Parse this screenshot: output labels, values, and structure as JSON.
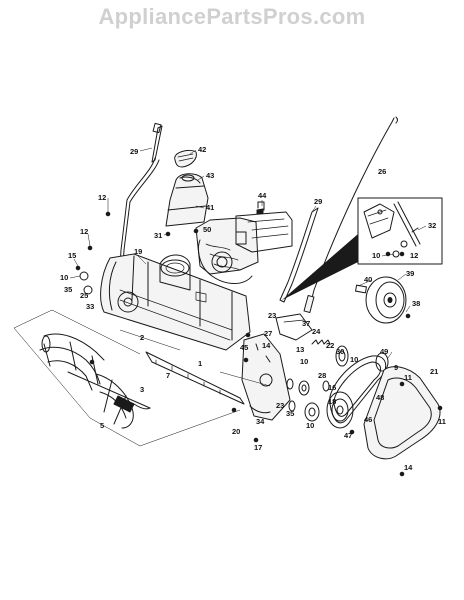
{
  "watermark": "AppliancePartsPros.com",
  "labels": [
    {
      "id": "lbl-29a",
      "text": "29"
    },
    {
      "id": "lbl-42",
      "text": "42"
    },
    {
      "id": "lbl-43",
      "text": "43"
    },
    {
      "id": "lbl-44",
      "text": "44"
    },
    {
      "id": "lbl-41",
      "text": "41"
    },
    {
      "id": "lbl-50",
      "text": "50"
    },
    {
      "id": "lbl-31",
      "text": "31"
    },
    {
      "id": "lbl-29b",
      "text": "29"
    },
    {
      "id": "lbl-26",
      "text": "26"
    },
    {
      "id": "lbl-12a",
      "text": "12"
    },
    {
      "id": "lbl-12b",
      "text": "12"
    },
    {
      "id": "lbl-15",
      "text": "15"
    },
    {
      "id": "lbl-10a",
      "text": "10"
    },
    {
      "id": "lbl-35a",
      "text": "35"
    },
    {
      "id": "lbl-25a",
      "text": "25"
    },
    {
      "id": "lbl-33",
      "text": "33"
    },
    {
      "id": "lbl-19",
      "text": "19"
    },
    {
      "id": "lbl-2",
      "text": "2"
    },
    {
      "id": "lbl-1",
      "text": "1"
    },
    {
      "id": "lbl-37",
      "text": "37"
    },
    {
      "id": "lbl-23a",
      "text": "23"
    },
    {
      "id": "lbl-24",
      "text": "24"
    },
    {
      "id": "lbl-27",
      "text": "27"
    },
    {
      "id": "lbl-14a",
      "text": "14"
    },
    {
      "id": "lbl-45",
      "text": "45"
    },
    {
      "id": "lbl-13",
      "text": "13"
    },
    {
      "id": "lbl-10b",
      "text": "10"
    },
    {
      "id": "lbl-22",
      "text": "22"
    },
    {
      "id": "lbl-30",
      "text": "30"
    },
    {
      "id": "lbl-10c",
      "text": "10"
    },
    {
      "id": "lbl-28",
      "text": "28"
    },
    {
      "id": "lbl-16",
      "text": "16"
    },
    {
      "id": "lbl-18",
      "text": "18"
    },
    {
      "id": "lbl-23b",
      "text": "23"
    },
    {
      "id": "lbl-35b",
      "text": "35"
    },
    {
      "id": "lbl-10d",
      "text": "10"
    },
    {
      "id": "lbl-49",
      "text": "49"
    },
    {
      "id": "lbl-9",
      "text": "9"
    },
    {
      "id": "lbl-11a",
      "text": "11"
    },
    {
      "id": "lbl-21",
      "text": "21"
    },
    {
      "id": "lbl-11b",
      "text": "11"
    },
    {
      "id": "lbl-48",
      "text": "48"
    },
    {
      "id": "lbl-46",
      "text": "46"
    },
    {
      "id": "lbl-47",
      "text": "47"
    },
    {
      "id": "lbl-14b",
      "text": "14"
    },
    {
      "id": "lbl-34",
      "text": "34"
    },
    {
      "id": "lbl-20",
      "text": "20"
    },
    {
      "id": "lbl-17",
      "text": "17"
    },
    {
      "id": "lbl-7",
      "text": "7"
    },
    {
      "id": "lbl-3",
      "text": "3"
    },
    {
      "id": "lbl-5",
      "text": "5"
    },
    {
      "id": "lbl-40",
      "text": "40"
    },
    {
      "id": "lbl-39",
      "text": "39"
    },
    {
      "id": "lbl-38",
      "text": "38"
    },
    {
      "id": "lbl-32",
      "text": "32"
    },
    {
      "id": "lbl-10e",
      "text": "10"
    },
    {
      "id": "lbl-12c",
      "text": "12"
    }
  ]
}
